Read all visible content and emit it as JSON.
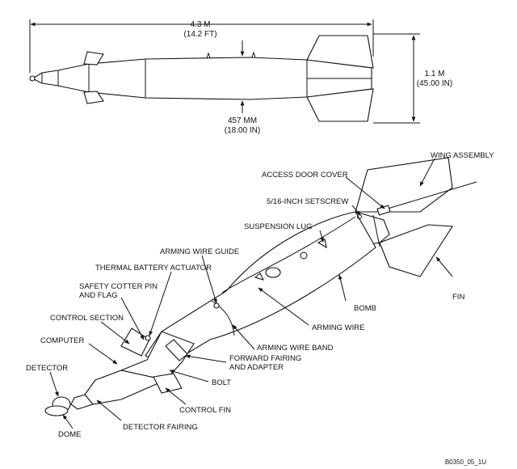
{
  "dimensions": {
    "length_m": "4.3 M",
    "length_ft": "(14.2 FT)",
    "span_m": "1.1 M",
    "span_in": "(45.00 IN)",
    "diameter_mm": "457 MM",
    "diameter_in": "(18.00 IN)"
  },
  "labels": {
    "wing_assembly": "WING ASSEMBLY",
    "access_door_cover": "ACCESS DOOR COVER",
    "setscrew": "5/16-INCH SETSCREW",
    "suspension_lug": "SUSPENSION LUG",
    "arming_wire_guide": "ARMING WIRE GUIDE",
    "thermal_battery_actuator": "THERMAL BATTERY ACTUATOR",
    "safety_cotter_pin_1": "SAFETY COTTER PIN",
    "safety_cotter_pin_2": "AND FLAG",
    "control_section": "CONTROL SECTION",
    "computer": "COMPUTER",
    "detector": "DETECTOR",
    "dome": "DOME",
    "detector_fairing": "DETECTOR FAIRING",
    "control_fin": "CONTROL FIN",
    "bolt": "BOLT",
    "forward_fairing_1": "FORWARD FAIRING",
    "forward_fairing_2": "AND ADAPTER",
    "arming_wire_band": "ARMING WIRE BAND",
    "arming_wire": "ARMING WIRE",
    "bomb": "BOMB",
    "fin": "FIN"
  },
  "figure_id": "B0350_05_1U"
}
